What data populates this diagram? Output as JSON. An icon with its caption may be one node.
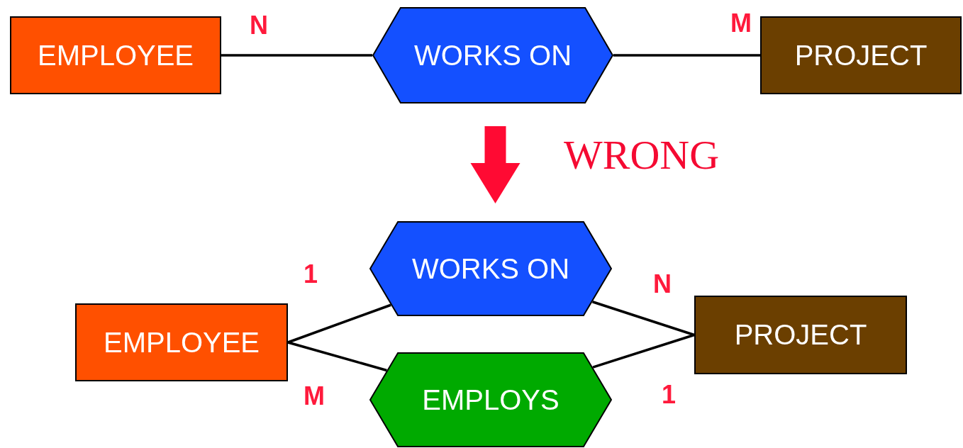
{
  "diagram": {
    "nodes": [
      {
        "text": [
          "EMPLOYEE"
        ]
      },
      {
        "text": [
          "WORKS ON"
        ]
      },
      {
        "text": [
          "PROJECT"
        ]
      },
      {
        "text": [
          "WORKS ON"
        ]
      },
      {
        "text": [
          "EMPLOYEE"
        ]
      },
      {
        "text": [
          "PROJECT"
        ]
      },
      {
        "text": [
          "EMPLOYS"
        ]
      }
    ],
    "edges": [
      {
        "from": 0,
        "to": 1,
        "arrow": "none"
      },
      {
        "from": 1,
        "to": 2,
        "arrow": "none"
      },
      {
        "from": 4,
        "to": 3,
        "arrow": "none"
      },
      {
        "from": 3,
        "to": 5,
        "arrow": "none"
      },
      {
        "from": 4,
        "to": 6,
        "arrow": "none"
      },
      {
        "from": 6,
        "to": 5,
        "arrow": "none"
      },
      {
        "from": 1,
        "to": 3,
        "arrow": "to",
        "style": "thick",
        "color": "#ff0a33"
      }
    ],
    "labels": [
      "N",
      "M",
      "WRONG",
      "1",
      "N",
      "M",
      "1"
    ]
  }
}
